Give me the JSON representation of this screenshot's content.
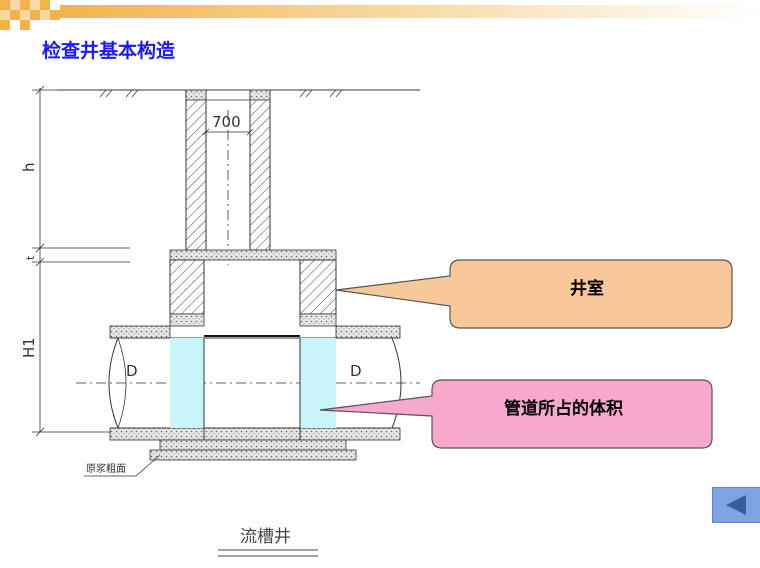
{
  "slide": {
    "title": "检查井基本构造"
  },
  "drawing": {
    "dim_shaft_width": "700",
    "dim_h": "h",
    "dim_t": "t",
    "dim_H1": "H1",
    "pipe_left_label": "D",
    "pipe_right_label": "D",
    "base_note": "原浆粗面",
    "caption": "流槽井"
  },
  "callouts": {
    "chamber": "井室",
    "pipe_volume": "管道所占的体积"
  },
  "colors": {
    "title": "#1a1aff",
    "callout_chamber_fill": "#f9c89a",
    "callout_pipe_fill": "#f7a8cf",
    "pipe_highlight": "#c8f4fb",
    "back_button": "#7da3e0"
  },
  "icons": {
    "back": "triangle-left-icon"
  }
}
